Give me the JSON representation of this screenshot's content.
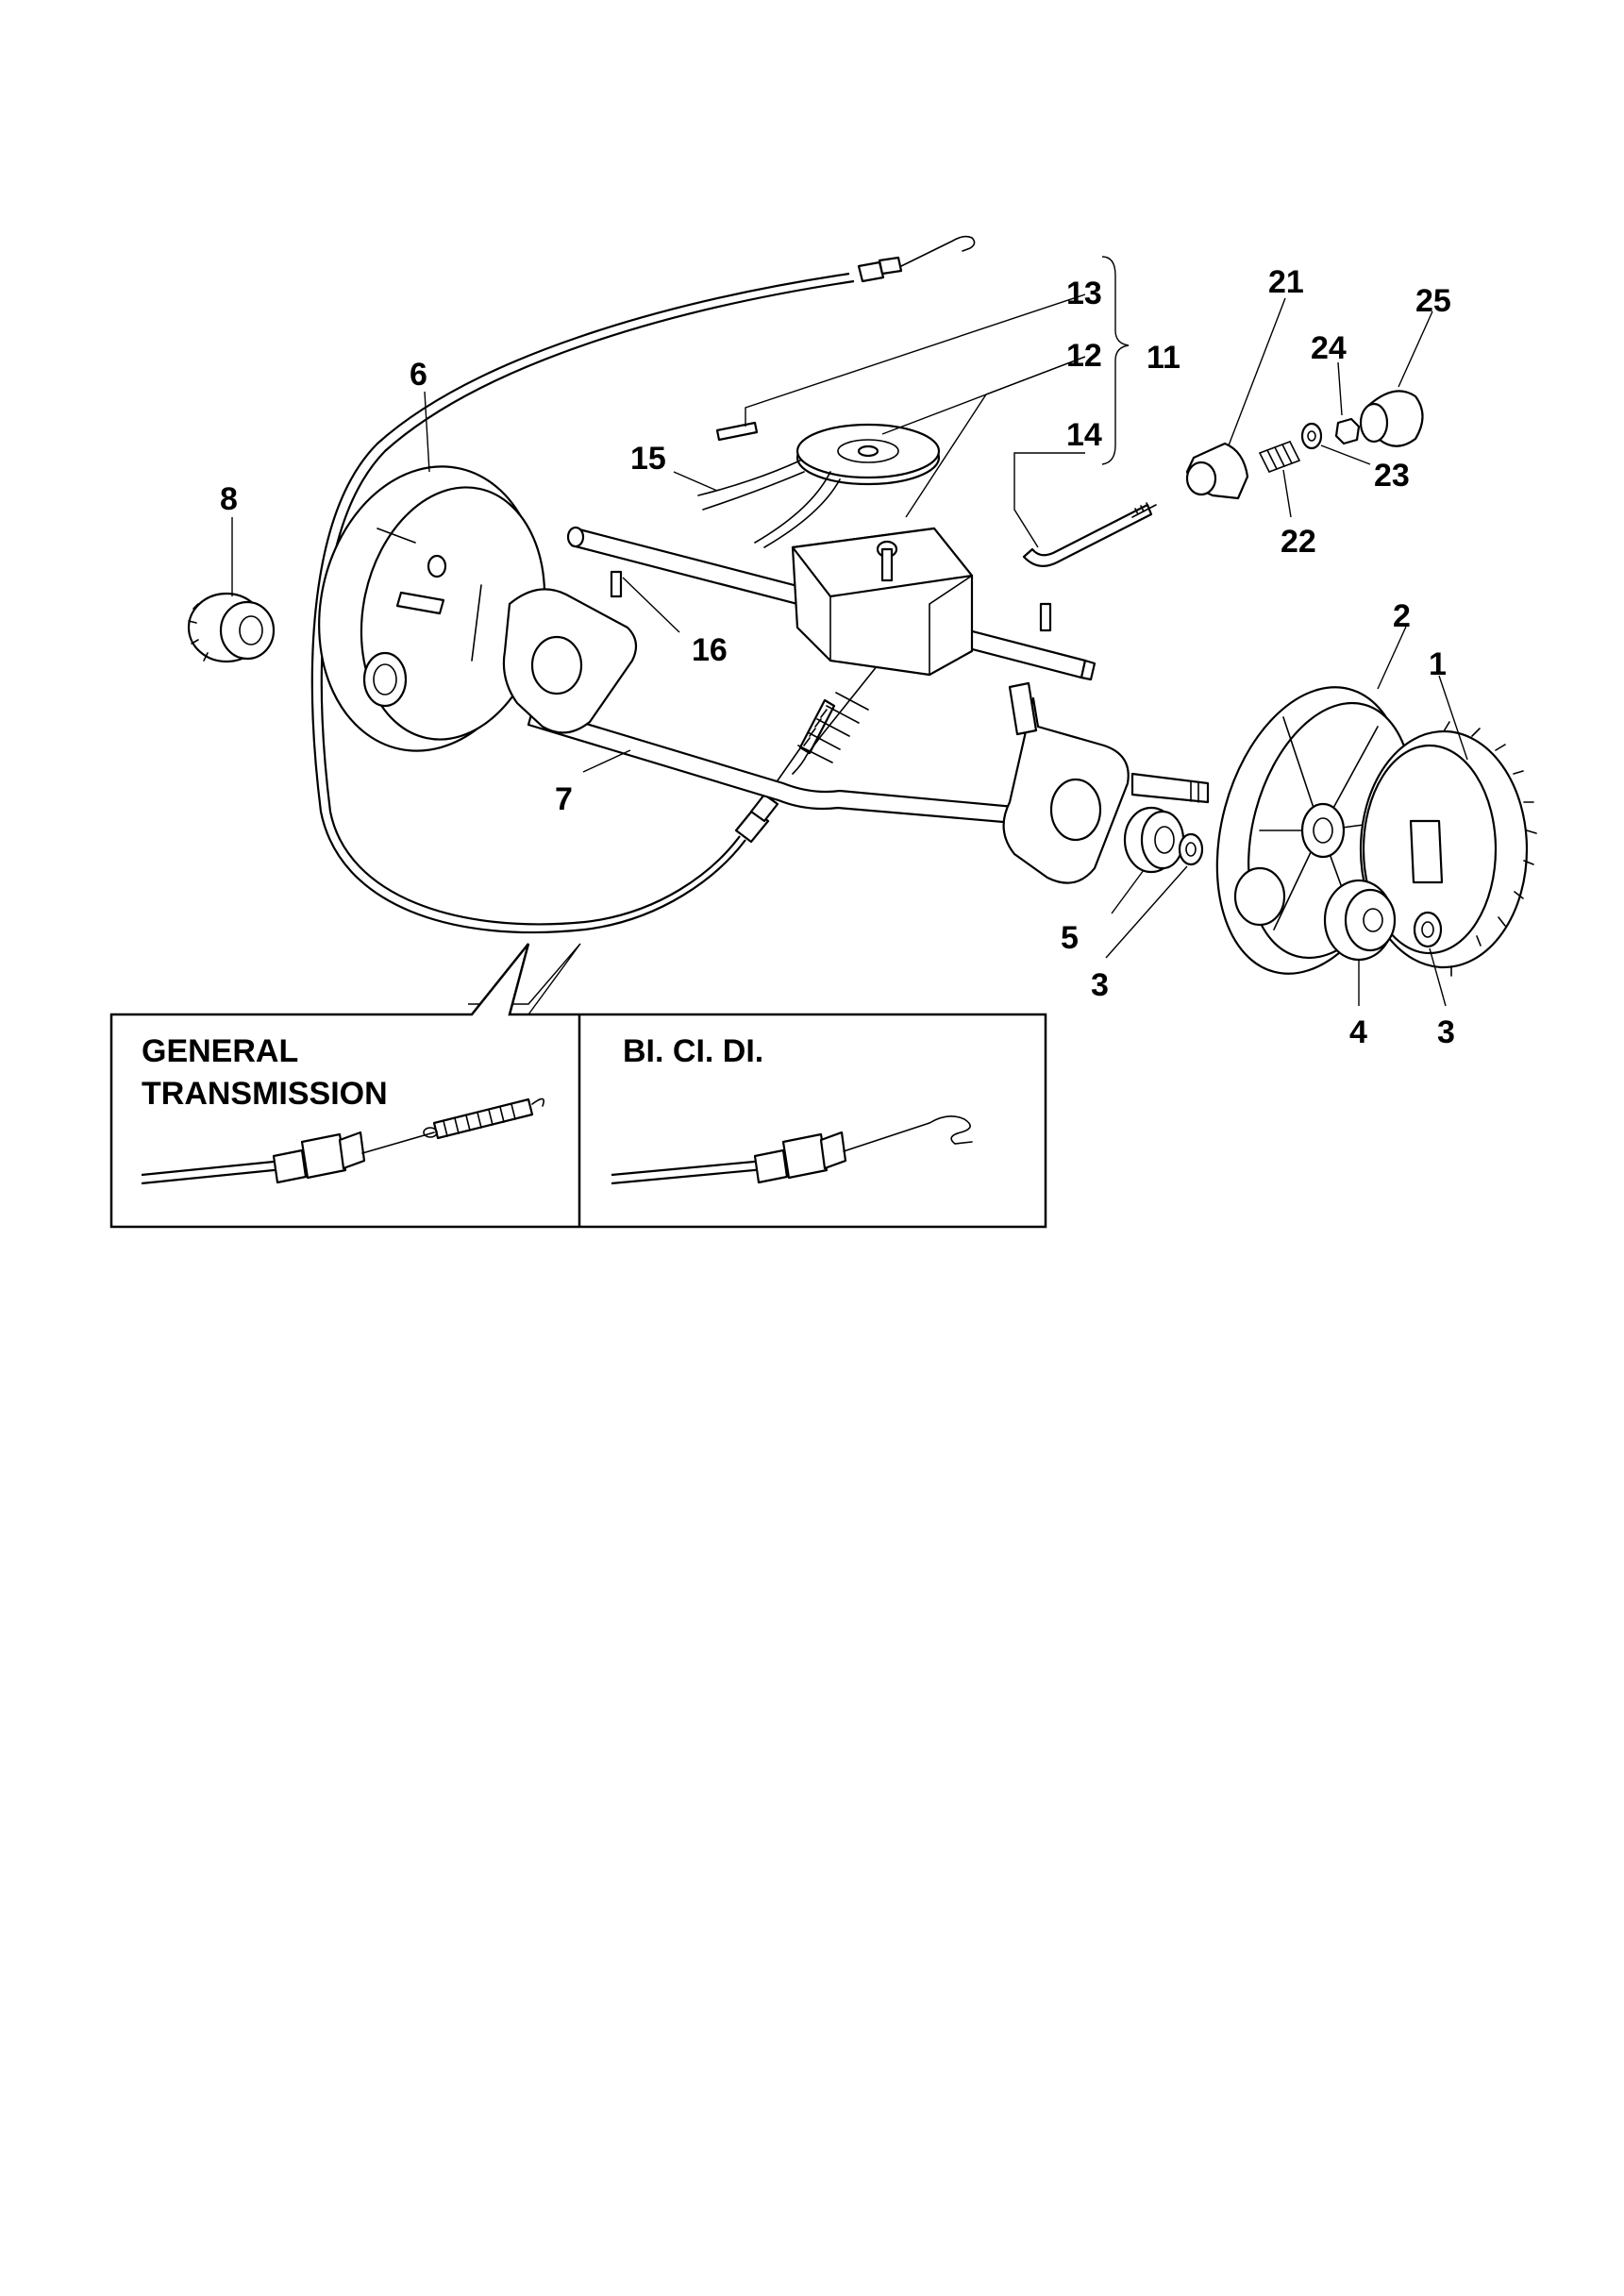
{
  "callouts": [
    {
      "id": "c13",
      "label": "13"
    },
    {
      "id": "c12",
      "label": "12"
    },
    {
      "id": "c11",
      "label": "11"
    },
    {
      "id": "c14",
      "label": "14"
    },
    {
      "id": "c15",
      "label": "15"
    },
    {
      "id": "c16",
      "label": "16"
    },
    {
      "id": "c6",
      "label": "6"
    },
    {
      "id": "c8",
      "label": "8"
    },
    {
      "id": "c7",
      "label": "7"
    },
    {
      "id": "c21",
      "label": "21"
    },
    {
      "id": "c25",
      "label": "25"
    },
    {
      "id": "c24",
      "label": "24"
    },
    {
      "id": "c23",
      "label": "23"
    },
    {
      "id": "c22",
      "label": "22"
    },
    {
      "id": "c2",
      "label": "2"
    },
    {
      "id": "c1",
      "label": "1"
    },
    {
      "id": "c5",
      "label": "5"
    },
    {
      "id": "c3a",
      "label": "3"
    },
    {
      "id": "c4",
      "label": "4"
    },
    {
      "id": "c3b",
      "label": "3"
    }
  ],
  "inset": {
    "left_title_line1": "GENERAL",
    "left_title_line2": "TRANSMISSION",
    "right_title": "BI. CI. DI."
  }
}
